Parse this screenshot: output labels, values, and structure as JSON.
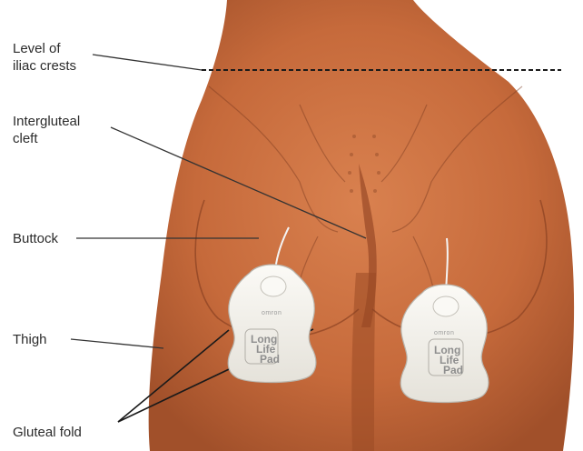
{
  "labels": {
    "iliac_crests": [
      "Level of",
      "iliac crests"
    ],
    "intergluteal_cleft": [
      "Intergluteal",
      "cleft"
    ],
    "buttock": "Buttock",
    "thigh": "Thigh",
    "gluteal_fold": "Gluteal fold"
  },
  "pads": {
    "brand": "omron",
    "text_line1": "Long",
    "text_line2": "Life",
    "text_line3": "Pad"
  },
  "colors": {
    "skin": "#c8683c",
    "skin_shadow": "#9e4a26",
    "pad": "#f1efe9",
    "pad_border": "#b9b6ae",
    "text": "#2b2b2b"
  }
}
